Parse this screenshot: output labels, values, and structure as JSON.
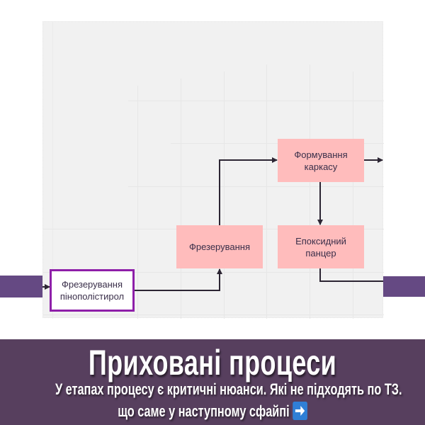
{
  "diagram": {
    "nodes": [
      {
        "id": "start",
        "label_line1": "Фрезерування",
        "label_line2": "пінополістирол",
        "style": "white box, purple border"
      },
      {
        "id": "milling",
        "label": "Фрезерування",
        "style": "pink"
      },
      {
        "id": "frame",
        "label_line1": "Формування",
        "label_line2": "каркасу",
        "style": "pink"
      },
      {
        "id": "epoxy",
        "label_line1": "Епоксидний",
        "label_line2": "панцер",
        "style": "pink"
      }
    ],
    "edges": [
      {
        "from": "incoming",
        "to": "start"
      },
      {
        "from": "start",
        "to": "milling"
      },
      {
        "from": "milling",
        "to": "frame"
      },
      {
        "from": "frame",
        "to": "outgoing"
      },
      {
        "from": "frame",
        "to": "epoxy"
      },
      {
        "from": "epoxy",
        "to": "outgoing-bar"
      }
    ],
    "colors": {
      "canvas": "#f1f1f1",
      "pink_node": "#ffbcbc",
      "start_border": "#8e1fa9",
      "side_bar": "#654983",
      "edge": "#2c2533"
    }
  },
  "banner": {
    "title": "Приховані процеси",
    "line1": "У етапах процесу є критичні нюанси. Які не підходять по ТЗ.",
    "line2": "що саме у наступному сфайпі",
    "icon": "right-arrow-button-icon",
    "background": "#573f5e"
  }
}
